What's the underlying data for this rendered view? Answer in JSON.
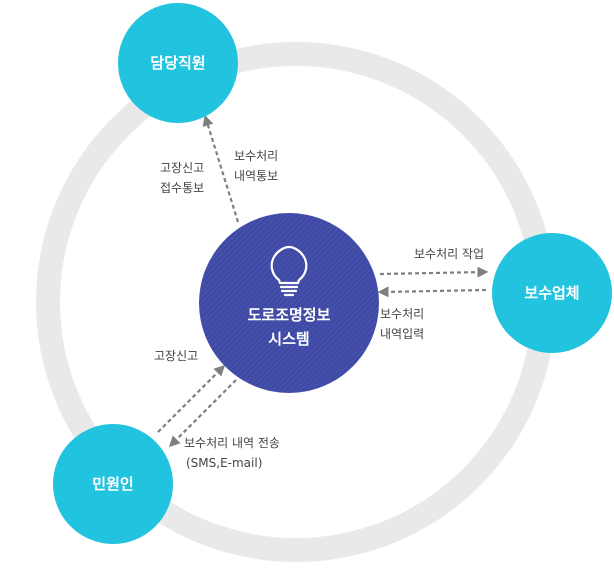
{
  "center": {
    "line1": "도로조명정보",
    "line2": "시스템",
    "icon": "lightbulb-icon"
  },
  "nodes": {
    "staff": "담당직원",
    "contractor": "보수업체",
    "citizen": "민원인"
  },
  "labels": {
    "staff_in_1": "고장신고",
    "staff_in_2": "접수통보",
    "staff_out_1": "보수처리",
    "staff_out_2": "내역통보",
    "contractor_out": "보수처리 작업",
    "contractor_in_1": "보수처리",
    "contractor_in_2": "내역입력",
    "citizen_in": "고장신고",
    "citizen_out_1": "보수처리 내역 전송",
    "citizen_out_2": "(SMS,E-mail)"
  },
  "colors": {
    "ring": "#e9e9e9",
    "node": "#22c3de",
    "center": "#3f4aa4",
    "arrow": "#7f7f7f"
  }
}
